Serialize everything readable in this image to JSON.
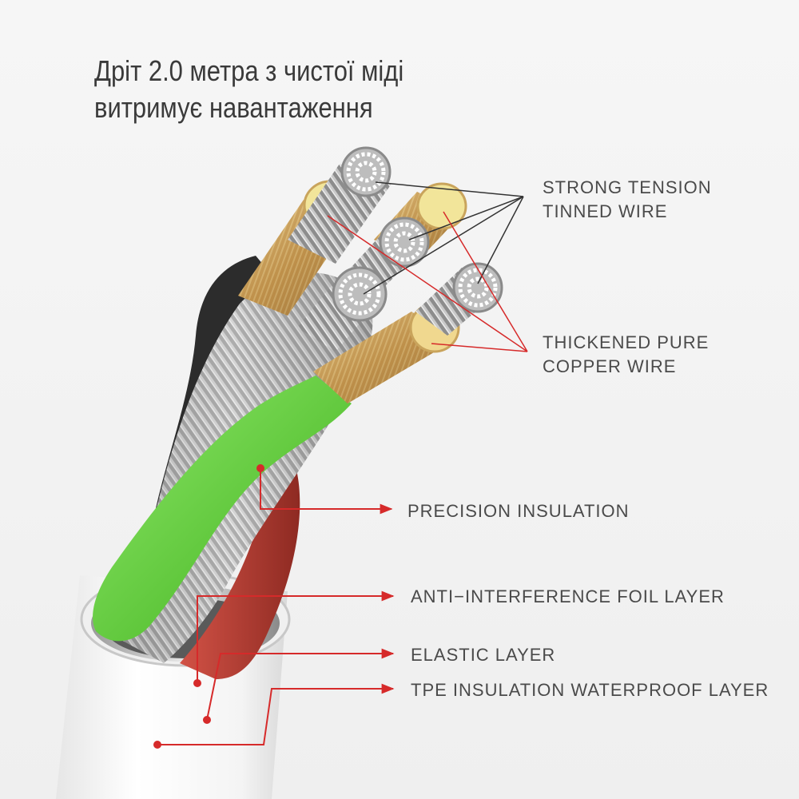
{
  "headline": "Дріт 2.0 метра з чистої міді витримує навантаження",
  "callouts": {
    "strong_tension_wire": [
      "STRONG TENSION",
      "TINNED WIRE"
    ],
    "thickened_copper_wire": [
      "THICKENED PURE",
      "COPPER WIRE"
    ],
    "precision_insulation": "PRECISION INSULATION",
    "anti_interference_foil": "ANTI−INTERFERENCE FOIL LAYER",
    "elastic_layer": "ELASTIC LAYER",
    "tpe_insulation": "TPE INSULATION WATERPROOF LAYER"
  },
  "colors": {
    "background": "#f2f2f2",
    "callout_line_red": "#d62a2a",
    "pointer_line_dark": "#333333",
    "wire_green": "#6fd64a",
    "wire_red": "#b83a30",
    "wire_black": "#2a2a2a",
    "copper": "#c9a45c",
    "outer_jacket": "#f7f7f7"
  },
  "icons": {
    "callout_arrow": "red-arrowhead",
    "callout_origin": "red-dot"
  }
}
